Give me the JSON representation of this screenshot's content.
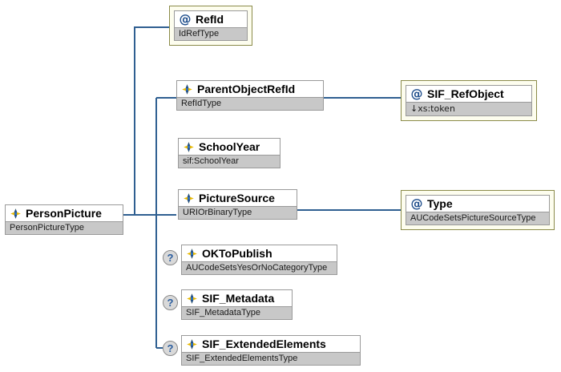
{
  "diagram": {
    "kind": "xml-schema-element-diagram",
    "root": {
      "name": "PersonPicture",
      "type": "PersonPictureType",
      "icon": "element-icon",
      "node_kind": "element",
      "optional": false
    },
    "children": [
      {
        "name": "RefId",
        "type": "IdRefType",
        "icon": "attribute-icon",
        "node_kind": "attribute",
        "optional": false
      },
      {
        "name": "ParentObjectRefId",
        "type": "RefIdType",
        "icon": "element-icon",
        "node_kind": "element",
        "optional": false
      },
      {
        "name": "SchoolYear",
        "type": "sif:SchoolYear",
        "icon": "element-icon",
        "node_kind": "element",
        "optional": false
      },
      {
        "name": "PictureSource",
        "type": "URIOrBinaryType",
        "icon": "element-icon",
        "node_kind": "element",
        "optional": false
      },
      {
        "name": "OKToPublish",
        "type": "AUCodeSetsYesOrNoCategoryType",
        "icon": "element-icon",
        "node_kind": "element",
        "optional": true,
        "optional_marker": "?"
      },
      {
        "name": "SIF_Metadata",
        "type": "SIF_MetadataType",
        "icon": "element-icon",
        "node_kind": "element",
        "optional": true,
        "optional_marker": "?"
      },
      {
        "name": "SIF_ExtendedElements",
        "type": "SIF_ExtendedElementsType",
        "icon": "element-icon",
        "node_kind": "element",
        "optional": true,
        "optional_marker": "?"
      }
    ],
    "grandchildren": [
      {
        "parent": "ParentObjectRefId",
        "name": "SIF_RefObject",
        "type": "↓xs:token",
        "icon": "attribute-icon",
        "node_kind": "attribute",
        "optional": false
      },
      {
        "parent": "PictureSource",
        "name": "Type",
        "type": "AUCodeSetsPictureSourceType",
        "icon": "attribute-icon",
        "node_kind": "attribute",
        "optional": false
      }
    ],
    "colors": {
      "connector": "#2f5f91",
      "attribute_frame_bg": "#fdfdee",
      "attribute_frame_border": "#8b8b4a",
      "box_border": "#9a9a9a",
      "type_strip_bg": "#c8c8c8",
      "title_bg": "#ffffff",
      "icon_blue": "#1f4e8c",
      "icon_yellow": "#e8b800",
      "optional_circle_bg": "#d9d9d9",
      "canvas_bg": "#ffffff"
    }
  }
}
